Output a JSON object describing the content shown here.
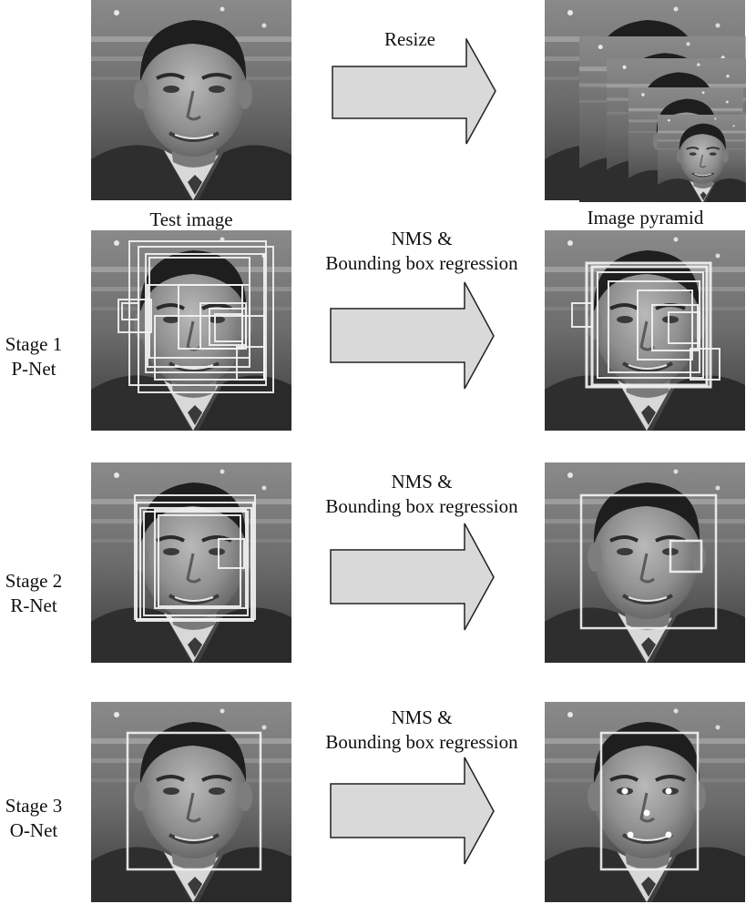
{
  "labels": {
    "resize": "Resize",
    "test_image": "Test image",
    "image_pyramid": "Image pyramid",
    "nms_line1": "NMS &",
    "nms_line2": "Bounding box regression"
  },
  "stages": [
    {
      "line1": "Stage 1",
      "line2": "P-Net"
    },
    {
      "line1": "Stage 2",
      "line2": "R-Net"
    },
    {
      "line1": "Stage 3",
      "line2": "O-Net"
    }
  ],
  "colors": {
    "arrow_fill": "#d9d9d9",
    "arrow_stroke": "#222222",
    "box_stroke": "#f2f2f2",
    "landmark": "#ffffff"
  },
  "icons": {
    "face_photo": "face-photo",
    "arrow": "block-right-arrow"
  }
}
